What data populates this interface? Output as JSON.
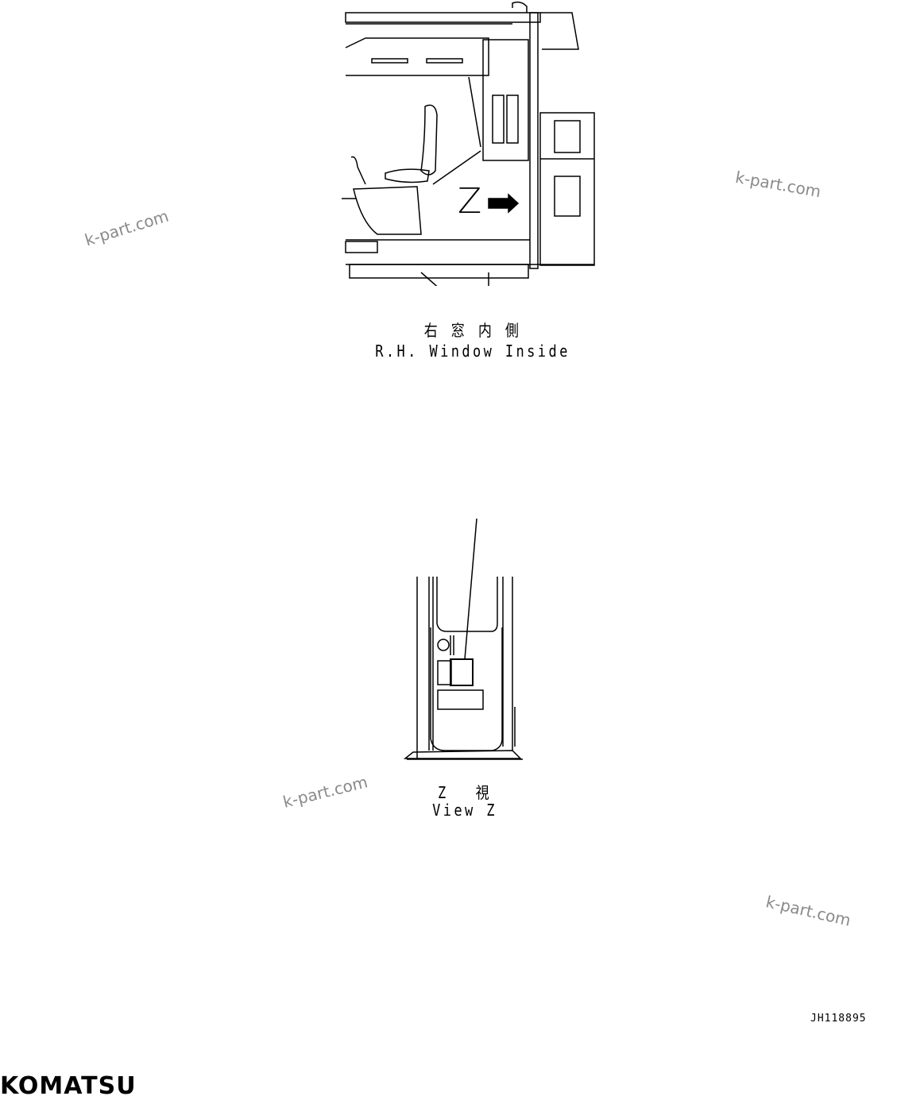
{
  "top_view": {
    "caption_jp": "右 窓 内 側",
    "caption_en": "R.H. Window Inside",
    "marker": "Z"
  },
  "bottom_view": {
    "caption_jp": "Z 　視",
    "caption_en": "View Z"
  },
  "watermarks": [
    "k-part.com",
    "k-part.com",
    "k-part.com",
    "k-part.com"
  ],
  "drawing_number": "JH118895",
  "brand": "KOMATSU"
}
